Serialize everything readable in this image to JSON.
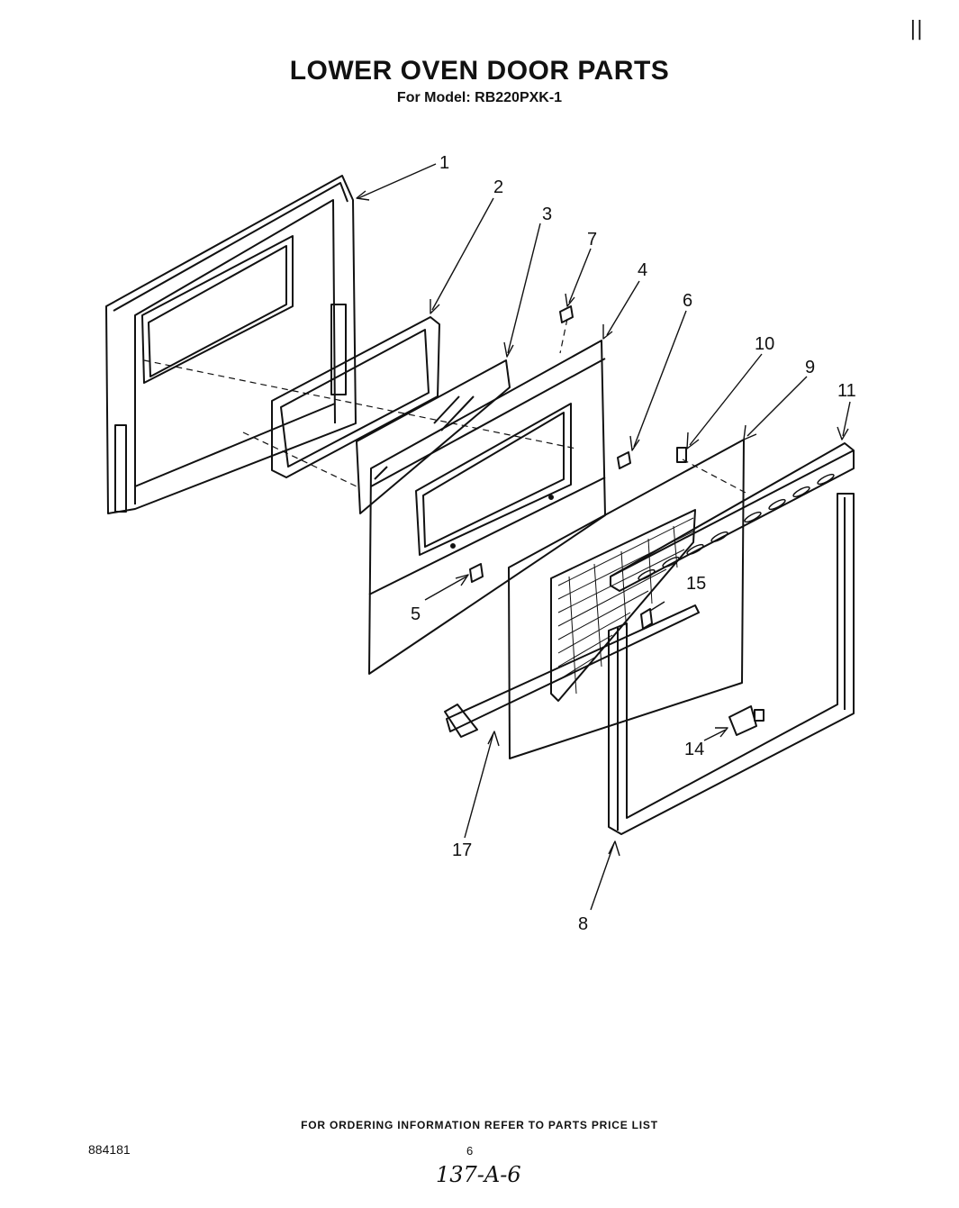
{
  "corner_mark": "||",
  "header": {
    "title": "LOWER OVEN DOOR PARTS",
    "subtitle": "For Model: RB220PXK-1"
  },
  "callouts": [
    "1",
    "2",
    "3",
    "4",
    "5",
    "6",
    "7",
    "8",
    "9",
    "10",
    "11",
    "14",
    "15",
    "17"
  ],
  "footer": {
    "ordering_note": "FOR ORDERING INFORMATION REFER TO PARTS PRICE LIST",
    "doc_number": "884181",
    "page_number": "6",
    "handwritten_note": "137-A-6"
  }
}
